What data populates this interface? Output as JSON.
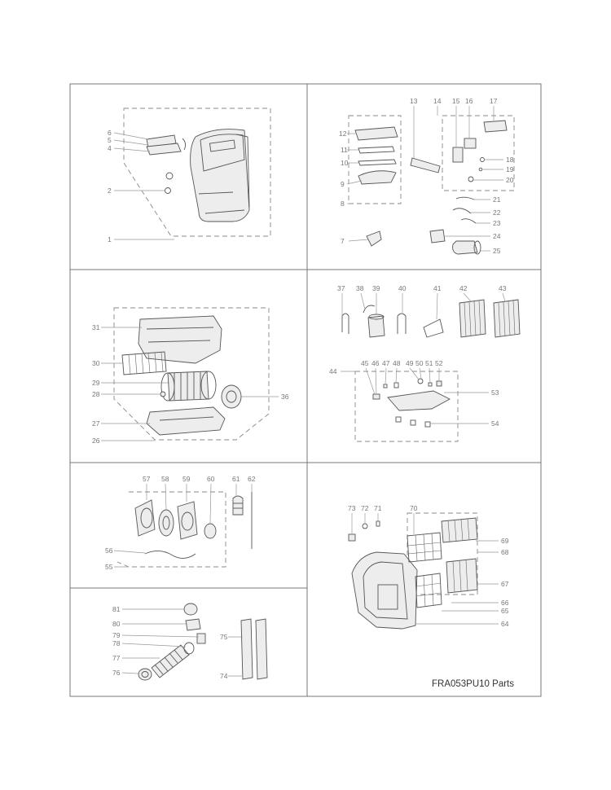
{
  "caption": "FRA053PU10 Parts",
  "panels": [
    {
      "id": "cabinet",
      "labels": [
        "1",
        "2",
        "4",
        "5",
        "6"
      ]
    },
    {
      "id": "controls",
      "labels": [
        "7",
        "8",
        "9",
        "10",
        "11",
        "12",
        "13",
        "14",
        "15",
        "16",
        "17",
        "18",
        "19",
        "20",
        "21",
        "22",
        "23",
        "24",
        "25"
      ]
    },
    {
      "id": "blower",
      "labels": [
        "26",
        "27",
        "28",
        "29",
        "30",
        "31",
        "36"
      ]
    },
    {
      "id": "refrigeration",
      "labels": [
        "37",
        "38",
        "39",
        "40",
        "41",
        "42",
        "43",
        "44",
        "45",
        "46",
        "47",
        "48",
        "49",
        "50",
        "51",
        "52",
        "53",
        "54"
      ]
    },
    {
      "id": "fan-motor",
      "labels": [
        "55",
        "56",
        "57",
        "58",
        "59",
        "60",
        "61",
        "62"
      ]
    },
    {
      "id": "exhaust",
      "labels": [
        "74",
        "75",
        "76",
        "77",
        "78",
        "79",
        "80",
        "81"
      ]
    },
    {
      "id": "rear-cover",
      "labels": [
        "64",
        "65",
        "66",
        "67",
        "68",
        "69",
        "70",
        "71",
        "72",
        "73"
      ]
    }
  ]
}
